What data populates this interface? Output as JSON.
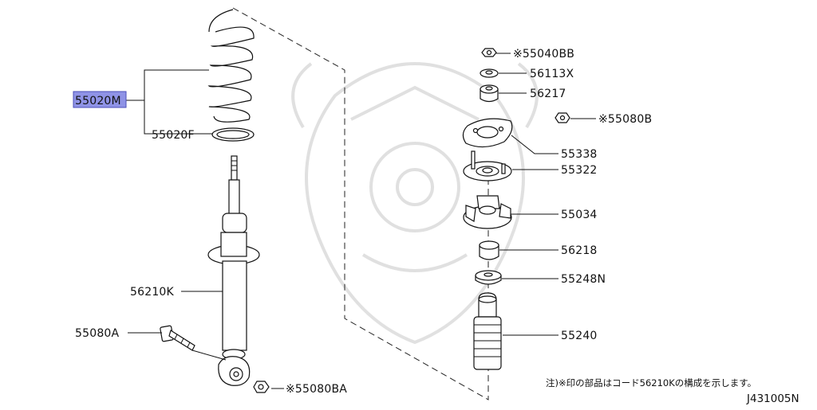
{
  "diagram": {
    "parts": [
      {
        "key": "55020M",
        "label": "55020M",
        "highlighted": true
      },
      {
        "key": "55020F",
        "label": "55020F"
      },
      {
        "key": "56210K",
        "label": "56210K"
      },
      {
        "key": "55080A",
        "label": "55080A"
      },
      {
        "key": "55080BA",
        "label": "※55080BA"
      },
      {
        "key": "55040BB",
        "label": "※55040BB"
      },
      {
        "key": "56113X",
        "label": "56113X"
      },
      {
        "key": "56217",
        "label": "56217"
      },
      {
        "key": "55080B",
        "label": "※55080B"
      },
      {
        "key": "55338",
        "label": "55338"
      },
      {
        "key": "55322",
        "label": "55322"
      },
      {
        "key": "55034",
        "label": "55034"
      },
      {
        "key": "56218",
        "label": "56218"
      },
      {
        "key": "55248N",
        "label": "55248N"
      },
      {
        "key": "55240",
        "label": "55240"
      }
    ],
    "note": "注)※印の部品はコード56210Kの構成を示します。",
    "figure_code": "J431005N",
    "highlight_color": "#8f93e6"
  }
}
